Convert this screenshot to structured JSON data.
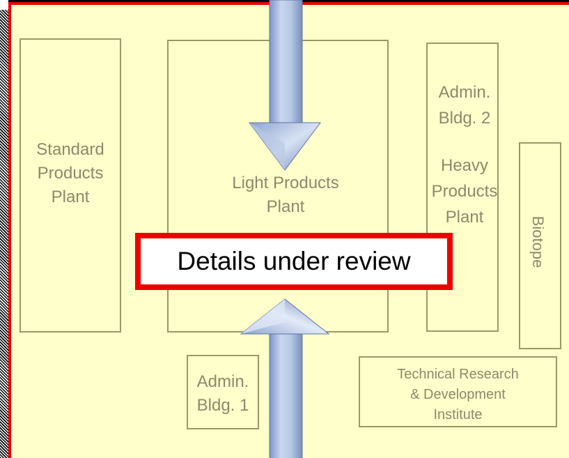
{
  "review_notice": "Details under review",
  "buildings": {
    "standard": "Standard\nProducts\nPlant",
    "light": "Light Products\nPlant",
    "admin2": "Admin.\nBldg. 2",
    "heavy": "Heavy\nProducts\nPlant",
    "biotope": "Biotope",
    "admin1": "Admin.\nBldg. 1",
    "research": "Technical Research\n& Development\nInstitute"
  },
  "colors": {
    "site_fill": "#ffffcc",
    "building_outline": "#999966",
    "label_text": "#8a8a6a",
    "alert_red": "#ee0000",
    "arrow_blue": "#a9bcdc"
  }
}
